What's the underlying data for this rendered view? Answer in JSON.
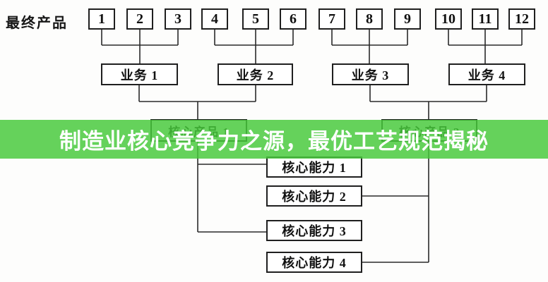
{
  "banner": {
    "text": "制造业核心竞争力之源，最优工艺规范揭秘",
    "background_color": "#5ed154",
    "text_color": "#ffffff"
  },
  "diagram": {
    "row_label": "最终产品",
    "products": [
      "1",
      "2",
      "3",
      "4",
      "5",
      "6",
      "7",
      "8",
      "9",
      "10",
      "11",
      "12"
    ],
    "businesses": [
      "业务 1",
      "业务 2",
      "业务 3",
      "业务 4"
    ],
    "core_products": [
      "核心产品 1",
      "核心产品 2"
    ],
    "core_capabilities": [
      "核心能力 1",
      "核心能力 2",
      "核心能力 3",
      "核心能力 4"
    ],
    "line_color": "#2a2a2a"
  }
}
